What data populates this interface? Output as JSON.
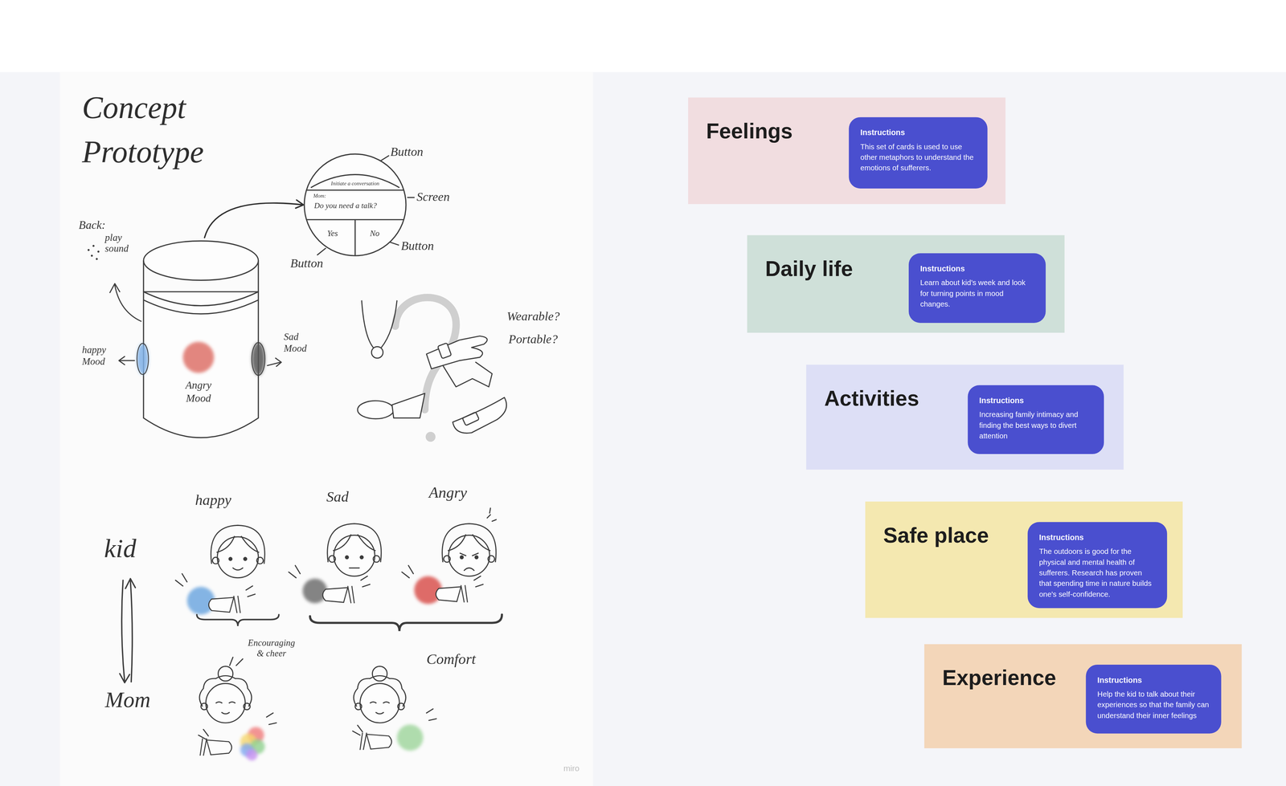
{
  "diagram": {
    "title": "Concept Prototype",
    "nodes": [
      {
        "text": [
          "Initiate a conversation",
          "Mom:",
          "Do you need a talk?",
          "Yes",
          "No"
        ]
      },
      {
        "text": [
          "Angry Mood"
        ]
      },
      {
        "text": [
          "Feelings"
        ]
      },
      {
        "text": [
          "Instructions",
          "This set of cards is used to use other metaphors to understand the emotions of sufferers."
        ],
        "in": 2
      },
      {
        "text": [
          "Daily life"
        ]
      },
      {
        "text": [
          "Instructions",
          "Learn about kid's week and look for turning points in mood changes."
        ],
        "in": 4
      },
      {
        "text": [
          "Activities"
        ]
      },
      {
        "text": [
          "Instructions",
          "Increasing family intimacy and finding the best ways to divert attention"
        ],
        "in": 6
      },
      {
        "text": [
          "Safe place"
        ]
      },
      {
        "text": [
          "Instructions",
          "The outdoors is good for the physical and mental health of sufferers. Research has proven that spending time in nature builds one's self-confidence."
        ],
        "in": 8
      },
      {
        "text": [
          "Experience"
        ]
      },
      {
        "text": [
          "Instructions",
          "Help the kid to talk about their experiences so that the family can understand their inner feelings"
        ],
        "in": 10
      }
    ],
    "edges": [
      {
        "from": 1,
        "to": 0,
        "arrow": "to"
      }
    ],
    "labels": [
      "Button",
      "Screen",
      "Button",
      "Button",
      "Back:",
      "play sound",
      "happy Mood",
      "Sad Mood",
      "Wearable?",
      "Portable?",
      "happy",
      "Sad",
      "Angry",
      "kid",
      "Mom",
      "Encouraging & cheer",
      "Comfort",
      "miro"
    ]
  }
}
